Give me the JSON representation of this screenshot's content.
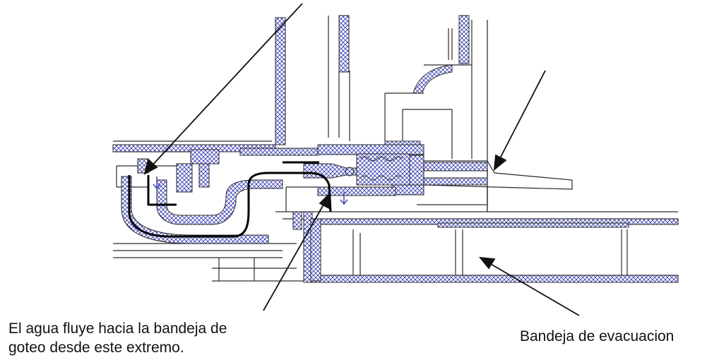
{
  "colors": {
    "outline": "#2a2a2a",
    "hatch": "#3a3fb0",
    "water_path": "#000000",
    "arrow": "#111111",
    "background": "#ffffff"
  },
  "labels": {
    "drip_outlet_line1": "El agua fluye hacia la bandeja de",
    "drip_outlet_line2": "goteo desde este extremo.",
    "drain_tray": "Bandeja de evacuacion"
  }
}
